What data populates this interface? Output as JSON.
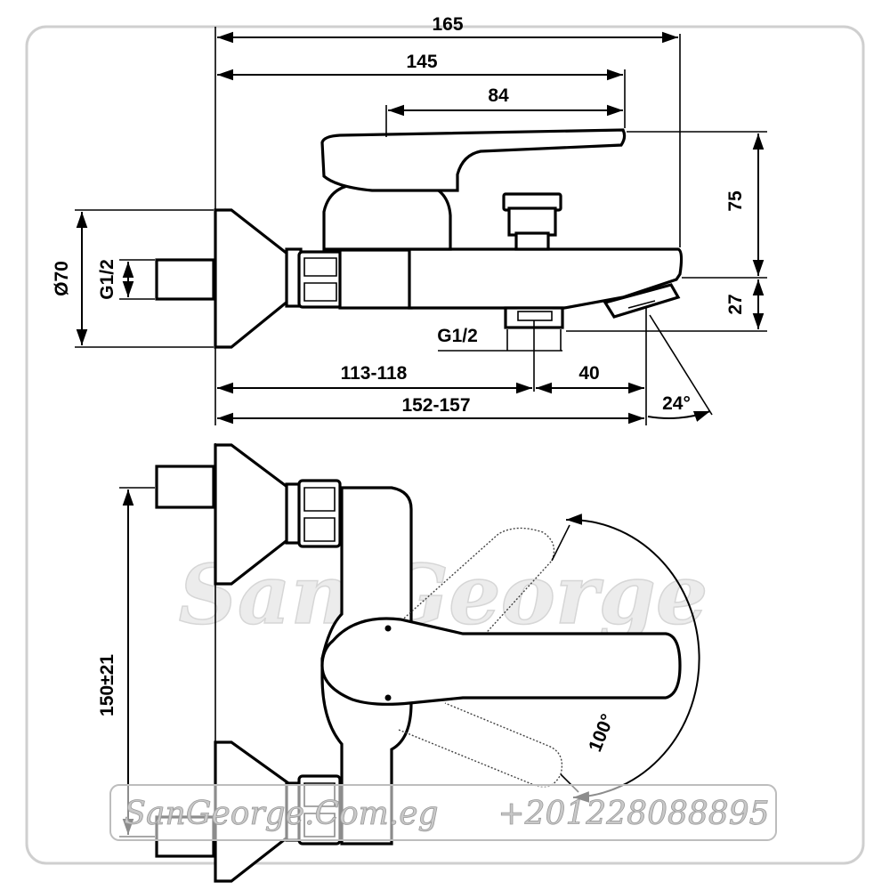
{
  "dimensions": {
    "overall_width": "165",
    "lever_reach": "145",
    "lever_length": "84",
    "lever_height": "75",
    "spout_height": "27",
    "flange_diameter": "Ø70",
    "inlet_thread": "G1/2",
    "outlet_thread": "G1/2",
    "wall_to_outlet": "113-118",
    "outlet_offset": "40",
    "wall_to_spout": "152-157",
    "spout_angle": "24°",
    "lever_rotation": "100°",
    "inlet_spacing": "150±21"
  },
  "watermark": {
    "brand": "San George",
    "website": "SanGeorge.Com.eg",
    "phone": "+201228088895"
  }
}
